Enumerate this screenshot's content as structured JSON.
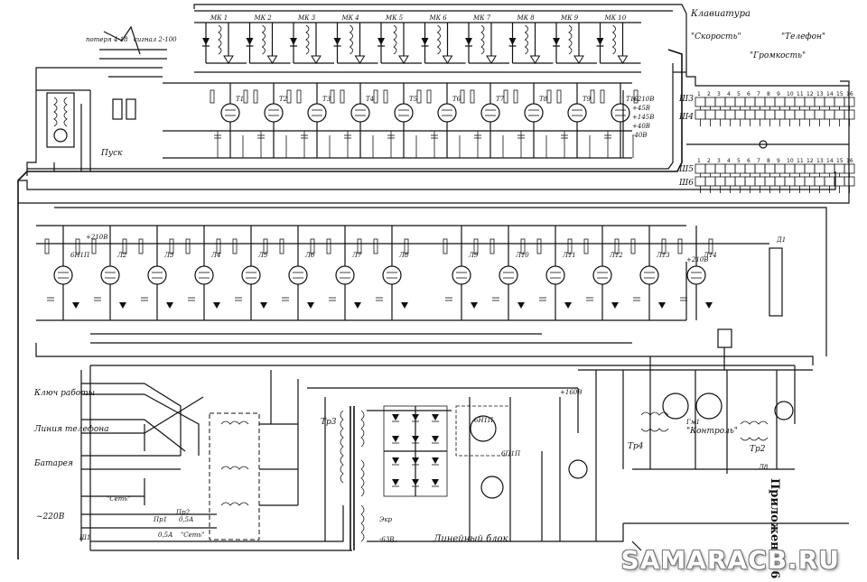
{
  "watermark": "SAMARACB.RU",
  "side_title": "Приложение 6",
  "blocks": {
    "keyboard": "Клавиатура",
    "linear_block": "Линейный блок"
  },
  "controls": {
    "speed": "\"Скорость\"",
    "telephone": "\"Телефон\"",
    "volume": "\"Громкость\"",
    "start": "Пуск",
    "control": "\"Контроль\""
  },
  "left_labels": {
    "key_work": "Ключ работы",
    "line_phone": "Линия телефона",
    "battery": "Батарея",
    "mains": "~220В"
  },
  "switch_labels": {
    "on": "\"Сеть\"",
    "off": "\"Сеть\"",
    "pr1": "Пр1",
    "pr2": "Пр2",
    "fuse1": "0,5А",
    "fuse2": "0,5А",
    "sh1": "Ш1"
  },
  "keys": [
    "МК 1",
    "МК 2",
    "МК 3",
    "МК 4",
    "МК 5",
    "МК 6",
    "МК 7",
    "МК 8",
    "МК 9",
    "МК 10"
  ],
  "connector_top": {
    "sh3": "Ш3",
    "sh4": "Ш4",
    "pins": [
      "1",
      "2",
      "3",
      "4",
      "5",
      "6",
      "7",
      "8",
      "9",
      "10",
      "11",
      "12",
      "13",
      "14",
      "15",
      "16"
    ]
  },
  "connector_mid": {
    "sh5": "Ш5",
    "sh6": "Ш6",
    "pins": [
      "1",
      "2",
      "3",
      "4",
      "5",
      "6",
      "7",
      "8",
      "9",
      "10",
      "11",
      "12",
      "13",
      "14",
      "15",
      "16"
    ]
  },
  "tubes_top": [
    "Т1",
    "Т2",
    "Т3",
    "Т4",
    "Т5",
    "Т6",
    "Т7",
    "Т8",
    "Т9",
    "Т10"
  ],
  "tubes_mid": [
    "6Н1П",
    "Л2",
    "Л3",
    "Л4",
    "Л5",
    "Л6",
    "Л7",
    "Л8",
    "Л9",
    "Л10",
    "Л11",
    "Л12",
    "Л13",
    "Л14"
  ],
  "voltages": {
    "v1": "+210В",
    "v2": "+45В",
    "v3": "+145В",
    "v4": "+40В",
    "v5": "-40В",
    "v6": "+210В",
    "v7": "+160В",
    "v8": "-63В",
    "v9": "+210В"
  },
  "misc": {
    "tr2": "Тр2",
    "tr3": "Тр3",
    "tr4": "Тр4",
    "d1": "Д1",
    "ekr": "Экр",
    "l8": "Л8",
    "sig": "сигнал 2-100",
    "pot": "потеря 4-18",
    "sixn": "6Н1П",
    "sixp": "6П1П",
    "gm": "Гм1"
  }
}
